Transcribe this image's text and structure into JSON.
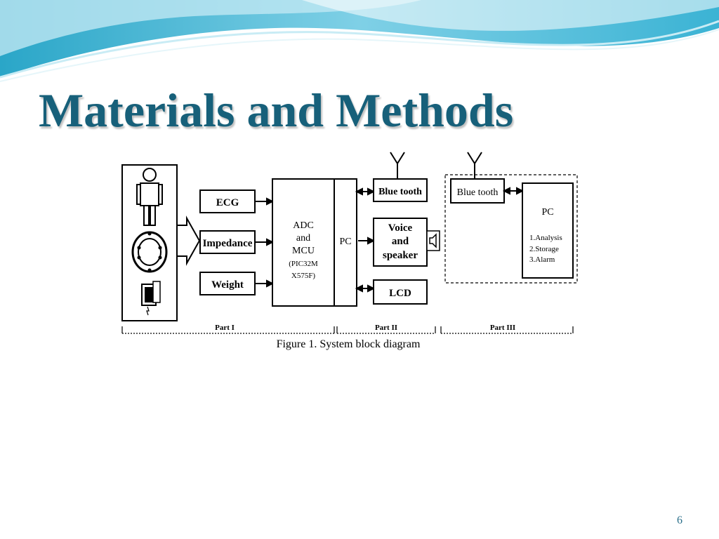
{
  "slide": {
    "title": "Materials and Methods",
    "page_number": "6"
  },
  "diagram": {
    "inputs": {
      "ecg": "ECG",
      "impedance": "Impedance",
      "weight": "Weight"
    },
    "adc": {
      "line1": "ADC",
      "line2": "and",
      "line3": "MCU",
      "line4": "(PIC32M",
      "line5": "X575F)"
    },
    "pc_inner": "PC",
    "outputs": {
      "bluetooth": "Blue tooth",
      "voice_line1": "Voice",
      "voice_line2": "and",
      "voice_line3": "speaker",
      "lcd": "LCD"
    },
    "remote": {
      "bluetooth": "Blue tooth",
      "pc_title": "PC",
      "item1": "1.Analysis",
      "item2": "2.Storage",
      "item3": "3.Alarm"
    },
    "parts": {
      "part1": "Part I",
      "part2": "Part II",
      "part3": "Part III"
    },
    "caption": "Figure 1. System block diagram"
  },
  "colors": {
    "title": "#17607a",
    "wave_dark": "#2aa6c8",
    "wave_light": "#9fd9ea"
  }
}
